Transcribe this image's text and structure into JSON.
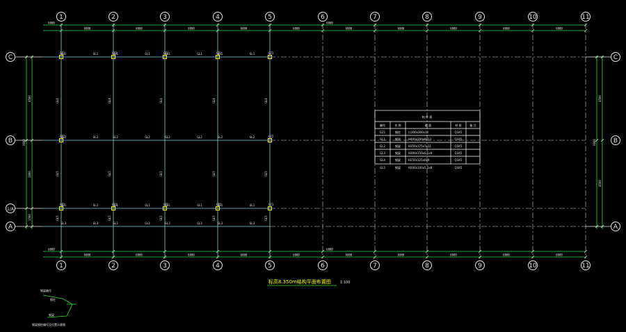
{
  "drawing": {
    "title": "标高8.350m结构平面布置图",
    "scale": "1:100",
    "colors": {
      "grid": "#7fd4d4",
      "dimension": "#2fe02f",
      "column": "#ffff00",
      "text": "#e6e6e6"
    }
  },
  "axes": {
    "vertical": [
      "1",
      "2",
      "3",
      "4",
      "5",
      "6",
      "7",
      "8",
      "9",
      "10",
      "11"
    ],
    "horizontal": [
      "C",
      "B",
      "1/A",
      "A"
    ]
  },
  "dimensions": {
    "top_overall": "6000",
    "top_bays": [
      "6000",
      "6000",
      "6000",
      "6000",
      "6000",
      "6000",
      "6000",
      "6000",
      "6000",
      "6000"
    ],
    "bottom_overall": "6000",
    "bottom_bays": [
      "6000",
      "6000",
      "6000",
      "6000",
      "6000",
      "6000",
      "6000",
      "6000",
      "6000",
      "6000"
    ],
    "left_overall": "9000",
    "left_spans": [
      "4500",
      "3000",
      "1500"
    ],
    "right_overall": "9000",
    "right_spans": [
      "4500",
      "4500"
    ]
  },
  "beams": {
    "row_C": [
      "GL1",
      "GL1",
      "GL1",
      "GL1"
    ],
    "row_B": [
      "GL2",
      "GL2",
      "GL2",
      "GL2"
    ],
    "row_1A": [
      "GL1",
      "GL1",
      "GL1",
      "GL1"
    ],
    "row_A": [
      "GL3",
      "GL3",
      "GL3",
      "GL3"
    ],
    "col_upper": [
      "GL4",
      "GL4",
      "GL4",
      "GL4",
      "GL4"
    ],
    "col_lower": [
      "GL5",
      "GL5",
      "GL5",
      "GL5",
      "GL5"
    ]
  },
  "columns": {
    "row_C": [
      "GZ1",
      "GZ1",
      "GZ1",
      "GZ1",
      "GZ1"
    ],
    "row_B": [
      "GZ2",
      "GZ2"
    ],
    "row_1A": [
      "GZ1",
      "GZ1",
      "GZ1",
      "GZ1",
      "GZ1"
    ]
  },
  "table": {
    "title": "构 件 表",
    "headers": [
      "编号",
      "名 称",
      "截 面",
      "材 质",
      "备 注"
    ],
    "rows": [
      [
        "GZ1",
        "钢柱",
        "口300x300x12",
        "Q345",
        ""
      ],
      [
        "GL1",
        "钢梁",
        "H400x200x8x13",
        "Q345",
        ""
      ],
      [
        "GL2",
        "钢梁",
        "H350x175x7x11",
        "Q345",
        ""
      ],
      [
        "GL3",
        "钢梁",
        "H300x150x6.5x9",
        "Q345",
        ""
      ],
      [
        "GL4",
        "钢梁",
        "H250x125x6x9",
        "Q345",
        ""
      ],
      [
        "GL5",
        "钢梁",
        "H200x100x5.5x8",
        "Q345",
        ""
      ]
    ]
  },
  "legend": {
    "items": [
      "钢梁编号",
      "钢柱",
      "钢梁"
    ],
    "caption": "钢梁钢柱编号及位置示意图"
  }
}
